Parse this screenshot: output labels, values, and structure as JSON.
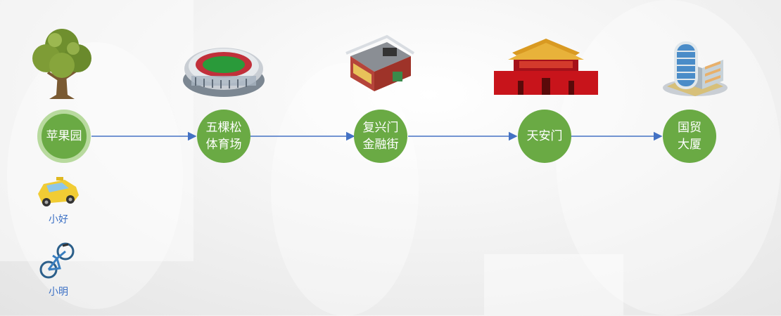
{
  "stations": [
    {
      "id": "apple-orchard",
      "lines": [
        "苹果园"
      ],
      "icon": "tree-icon"
    },
    {
      "id": "wukesong",
      "lines": [
        "五棵松",
        "体育场"
      ],
      "icon": "stadium-icon"
    },
    {
      "id": "fuxingmen",
      "lines": [
        "复兴门",
        "金融街"
      ],
      "icon": "building-icon"
    },
    {
      "id": "tiananmen",
      "lines": [
        "天安门"
      ],
      "icon": "tiananmen-gate-icon"
    },
    {
      "id": "guomao",
      "lines": [
        "国贸",
        "大厦"
      ],
      "icon": "office-tower-icon"
    }
  ],
  "travelers": [
    {
      "name": "小好",
      "icon": "taxi-icon"
    },
    {
      "name": "小明",
      "icon": "bicycle-icon"
    }
  ],
  "colors": {
    "station": "#6aaa44",
    "station_ring": "#b8da9e",
    "connector": "#4472c4",
    "traveler_label": "#3a6fc4"
  }
}
